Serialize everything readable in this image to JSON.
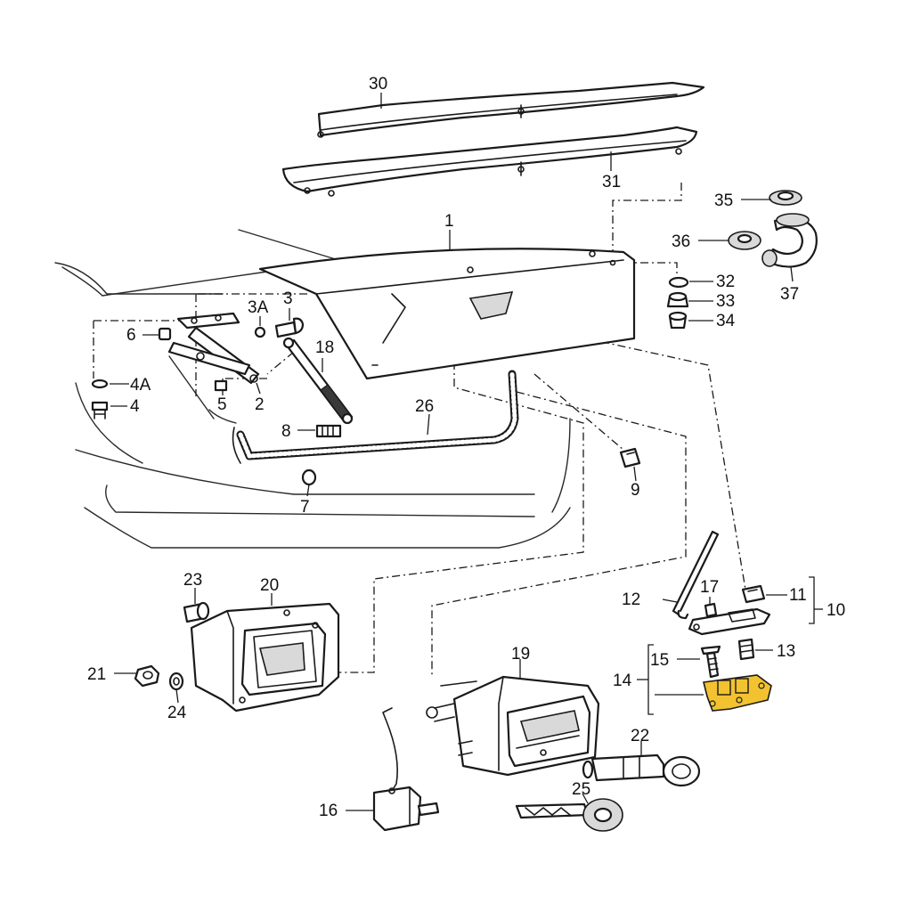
{
  "highlight_color": "#f2c230",
  "labels": {
    "p1": "1",
    "p2": "2",
    "p3": "3",
    "p3a": "3A",
    "p4": "4",
    "p4a": "4A",
    "p5": "5",
    "p6": "6",
    "p7": "7",
    "p8": "8",
    "p9": "9",
    "p10": "10",
    "p11": "11",
    "p12": "12",
    "p13": "13",
    "p14": "14",
    "p15": "15",
    "p16": "16",
    "p17": "17",
    "p18": "18",
    "p19": "19",
    "p20": "20",
    "p21": "21",
    "p22": "22",
    "p23": "23",
    "p24": "24",
    "p25": "25",
    "p26": "26",
    "p30": "30",
    "p31": "31",
    "p32": "32",
    "p33": "33",
    "p34": "34",
    "p35": "35",
    "p36": "36",
    "p37": "37"
  }
}
